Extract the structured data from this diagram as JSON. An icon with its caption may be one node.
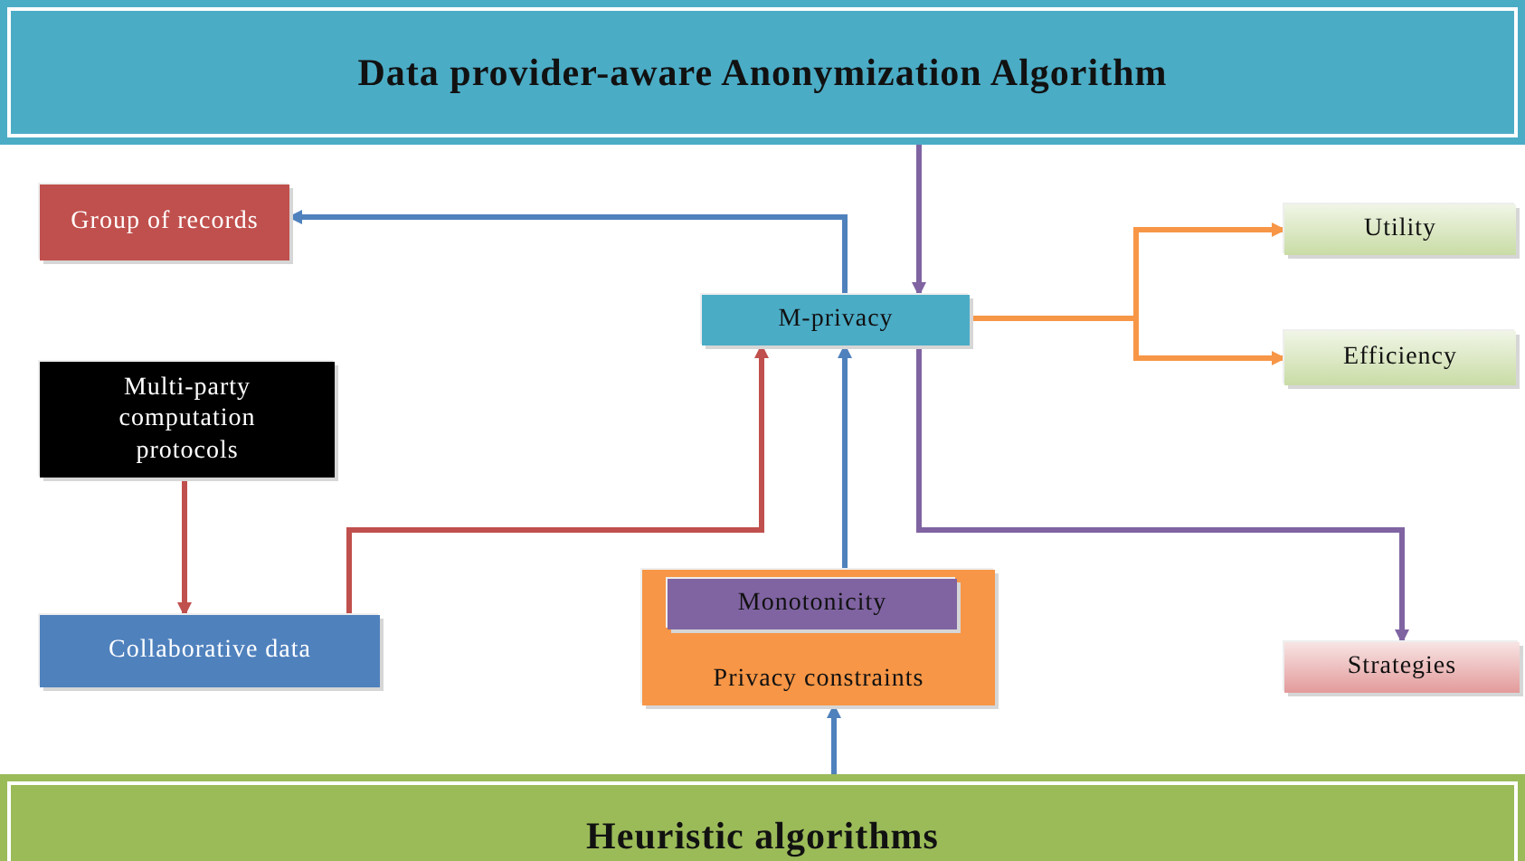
{
  "diagram": {
    "nodes": [
      {
        "text": [
          "Data provider-aware Anonymization Algorithm"
        ]
      },
      {
        "text": [
          "Group of records"
        ]
      },
      {
        "text": [
          "M-privacy"
        ]
      },
      {
        "text": [
          "Utility"
        ]
      },
      {
        "text": [
          "Efficiency"
        ]
      },
      {
        "text": [
          "Multi-party computation protocols"
        ]
      },
      {
        "text": [
          "Collaborative data"
        ]
      },
      {
        "text": [
          "Privacy constraints"
        ]
      },
      {
        "text": [
          "Monotonicity"
        ],
        "in": 7
      },
      {
        "text": [
          "Strategies"
        ]
      },
      {
        "text": [
          "Heuristic algorithms"
        ]
      }
    ],
    "edges": [
      {
        "from": 0,
        "to": 2,
        "arrow": "to",
        "color": "#8064a2"
      },
      {
        "from": 2,
        "to": 1,
        "arrow": "to"
      },
      {
        "from": 2,
        "to": 3,
        "arrow": "to",
        "color": "#f79646"
      },
      {
        "from": 2,
        "to": 4,
        "arrow": "to",
        "color": "#f79646"
      },
      {
        "from": 5,
        "to": 6,
        "arrow": "to",
        "color": "#c0504d"
      },
      {
        "from": 6,
        "to": 2,
        "arrow": "to",
        "color": "#c0504d"
      },
      {
        "from": 7,
        "to": 2,
        "arrow": "to"
      },
      {
        "from": 2,
        "to": 9,
        "arrow": "to",
        "color": "#8064a2"
      },
      {
        "from": 10,
        "to": 7,
        "arrow": "to"
      }
    ]
  }
}
